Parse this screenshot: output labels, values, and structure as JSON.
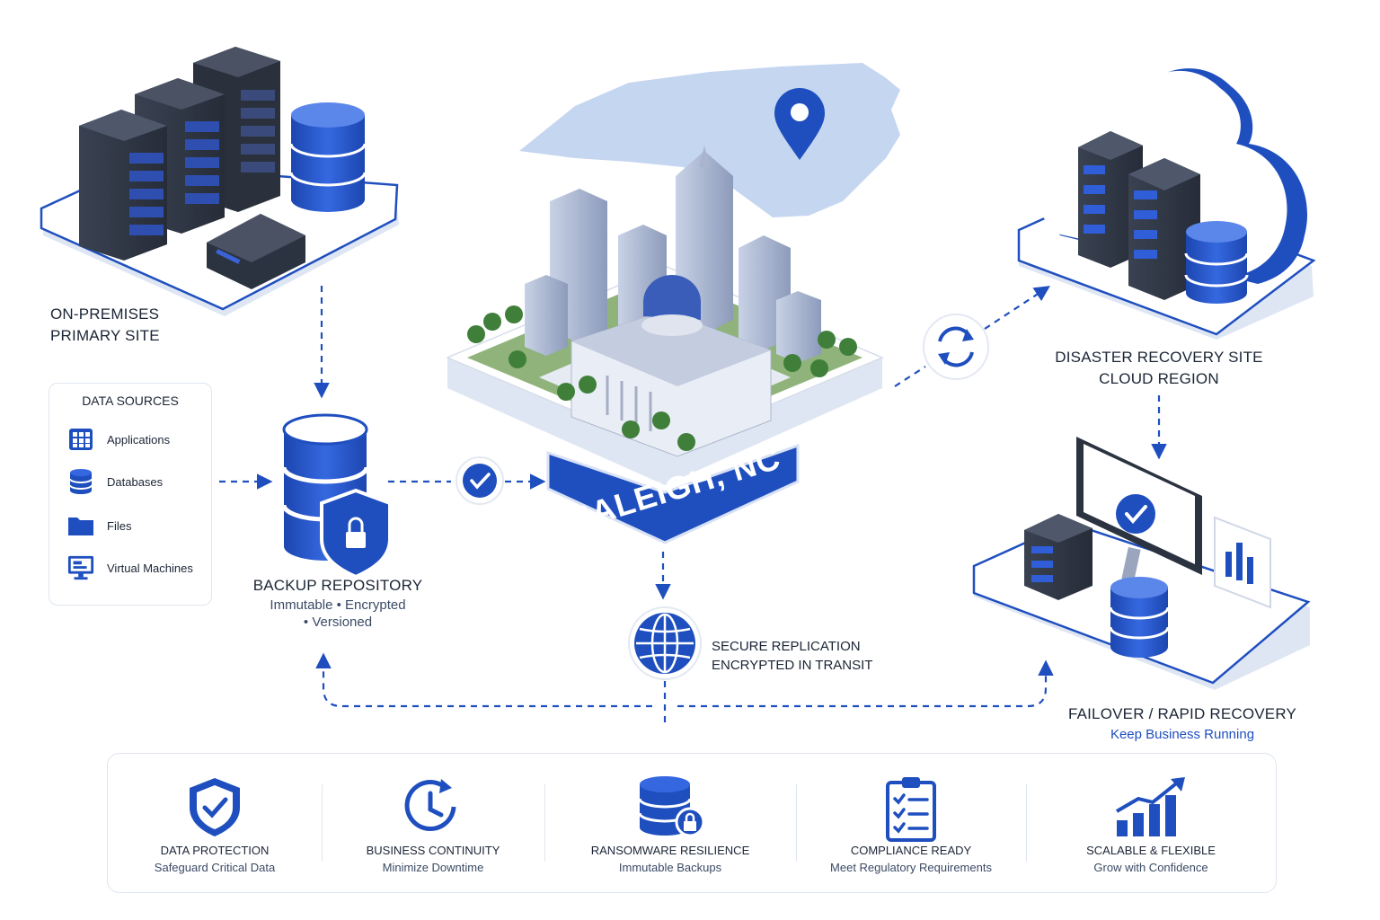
{
  "colors": {
    "accent": "#1f4fbf",
    "dark": "#2b3240",
    "light": "#eef2f9"
  },
  "on_prem": {
    "line1": "ON-PREMISES",
    "line2": "PRIMARY SITE"
  },
  "data_sources": {
    "title": "DATA SOURCES",
    "items": [
      {
        "icon": "grid-icon",
        "label": "Applications"
      },
      {
        "icon": "database-icon",
        "label": "Databases"
      },
      {
        "icon": "folder-icon",
        "label": "Files"
      },
      {
        "icon": "monitor-icon",
        "label": "Virtual Machines"
      }
    ]
  },
  "backup_repository": {
    "title": "BACKUP REPOSITORY",
    "line1": "Immutable • Encrypted",
    "line2": "• Versioned"
  },
  "city": {
    "banner": "RALEIGH, NC"
  },
  "secure_replication": {
    "line1": "SECURE REPLICATION",
    "line2": "ENCRYPTED IN TRANSIT"
  },
  "dr_site": {
    "line1": "DISASTER RECOVERY SITE",
    "line2": "CLOUD REGION"
  },
  "failover": {
    "title": "FAILOVER / RAPID RECOVERY",
    "subtitle": "Keep Business Running"
  },
  "benefits": [
    {
      "icon": "shield-check-icon",
      "title": "DATA PROTECTION",
      "subtitle": "Safeguard Critical Data"
    },
    {
      "icon": "clock-refresh-icon",
      "title": "BUSINESS CONTINUITY",
      "subtitle": "Minimize Downtime"
    },
    {
      "icon": "database-lock-icon",
      "title": "RANSOMWARE RESILIENCE",
      "subtitle": "Immutable Backups"
    },
    {
      "icon": "clipboard-checklist-icon",
      "title": "COMPLIANCE READY",
      "subtitle": "Meet Regulatory Requirements"
    },
    {
      "icon": "growth-chart-icon",
      "title": "SCALABLE & FLEXIBLE",
      "subtitle": "Grow with Confidence"
    }
  ]
}
